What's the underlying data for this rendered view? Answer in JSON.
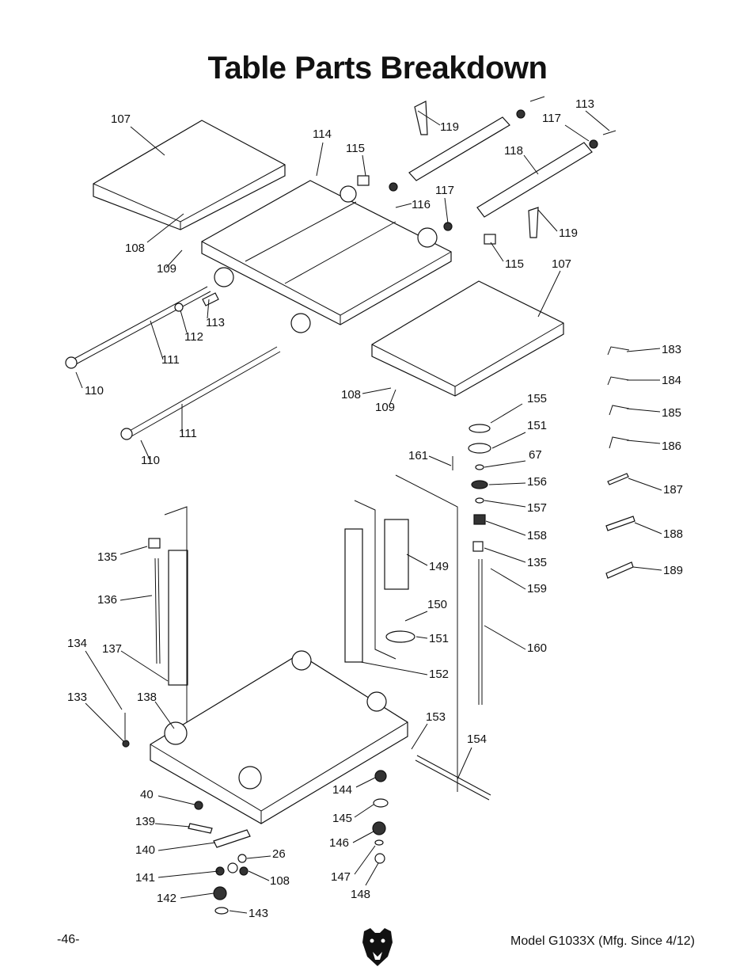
{
  "title": "Table Parts Breakdown",
  "footer": {
    "page": "-46-",
    "model": "Model G1033X (Mfg. Since 4/12)"
  },
  "labels": [
    "107",
    "119",
    "113",
    "117",
    "114",
    "115",
    "118",
    "117",
    "116",
    "119",
    "108",
    "109",
    "115",
    "107",
    "113",
    "112",
    "111",
    "110",
    "108",
    "109",
    "111",
    "110",
    "183",
    "184",
    "185",
    "186",
    "187",
    "188",
    "189",
    "155",
    "151",
    "67",
    "156",
    "157",
    "158",
    "135",
    "159",
    "160",
    "161",
    "135",
    "136",
    "137",
    "134",
    "133",
    "138",
    "149",
    "150",
    "151",
    "152",
    "153",
    "154",
    "40",
    "139",
    "140",
    "141",
    "142",
    "143",
    "26",
    "108",
    "144",
    "145",
    "146",
    "147",
    "148"
  ]
}
